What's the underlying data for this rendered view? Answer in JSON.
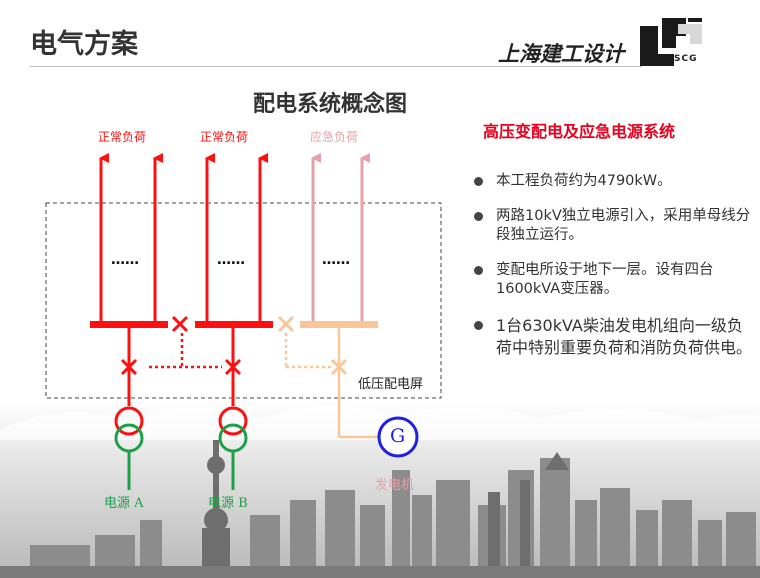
{
  "header": {
    "title": "电气方案",
    "company": "上海建工设计",
    "logo_text": "SCG"
  },
  "diagram": {
    "title": "配电系统概念图",
    "loads": [
      "正常负荷",
      "正常负荷",
      "应急负荷"
    ],
    "ellipsis": "……",
    "panel_label": "低压配电屏",
    "sources": [
      "电源 A",
      "电源 B"
    ],
    "generator_label": "发电机",
    "generator_symbol": "G"
  },
  "right": {
    "title": "高压变配电及应急电源系统",
    "bullets": [
      "本工程负荷约为4790kW。",
      "两路10kV独立电源引入，采用单母线分段独立运行。",
      "变配电所设于地下一层。设有四台1600kVA变压器。",
      "1台630kVA柴油发电机组向一级负荷中特别重要负荷和消防负荷供电。"
    ]
  },
  "colors": {
    "normal": "#ff1010",
    "emergency_line": "#e6a0a8",
    "emergency_bus": "#f9c797",
    "source": "#1ea04a",
    "generator": "#2020e0",
    "accent": "#e8001e"
  },
  "icons": [
    "scg-logo-icon",
    "breaker-x-icon",
    "transformer-icon",
    "generator-icon",
    "arrow-up-icon"
  ]
}
